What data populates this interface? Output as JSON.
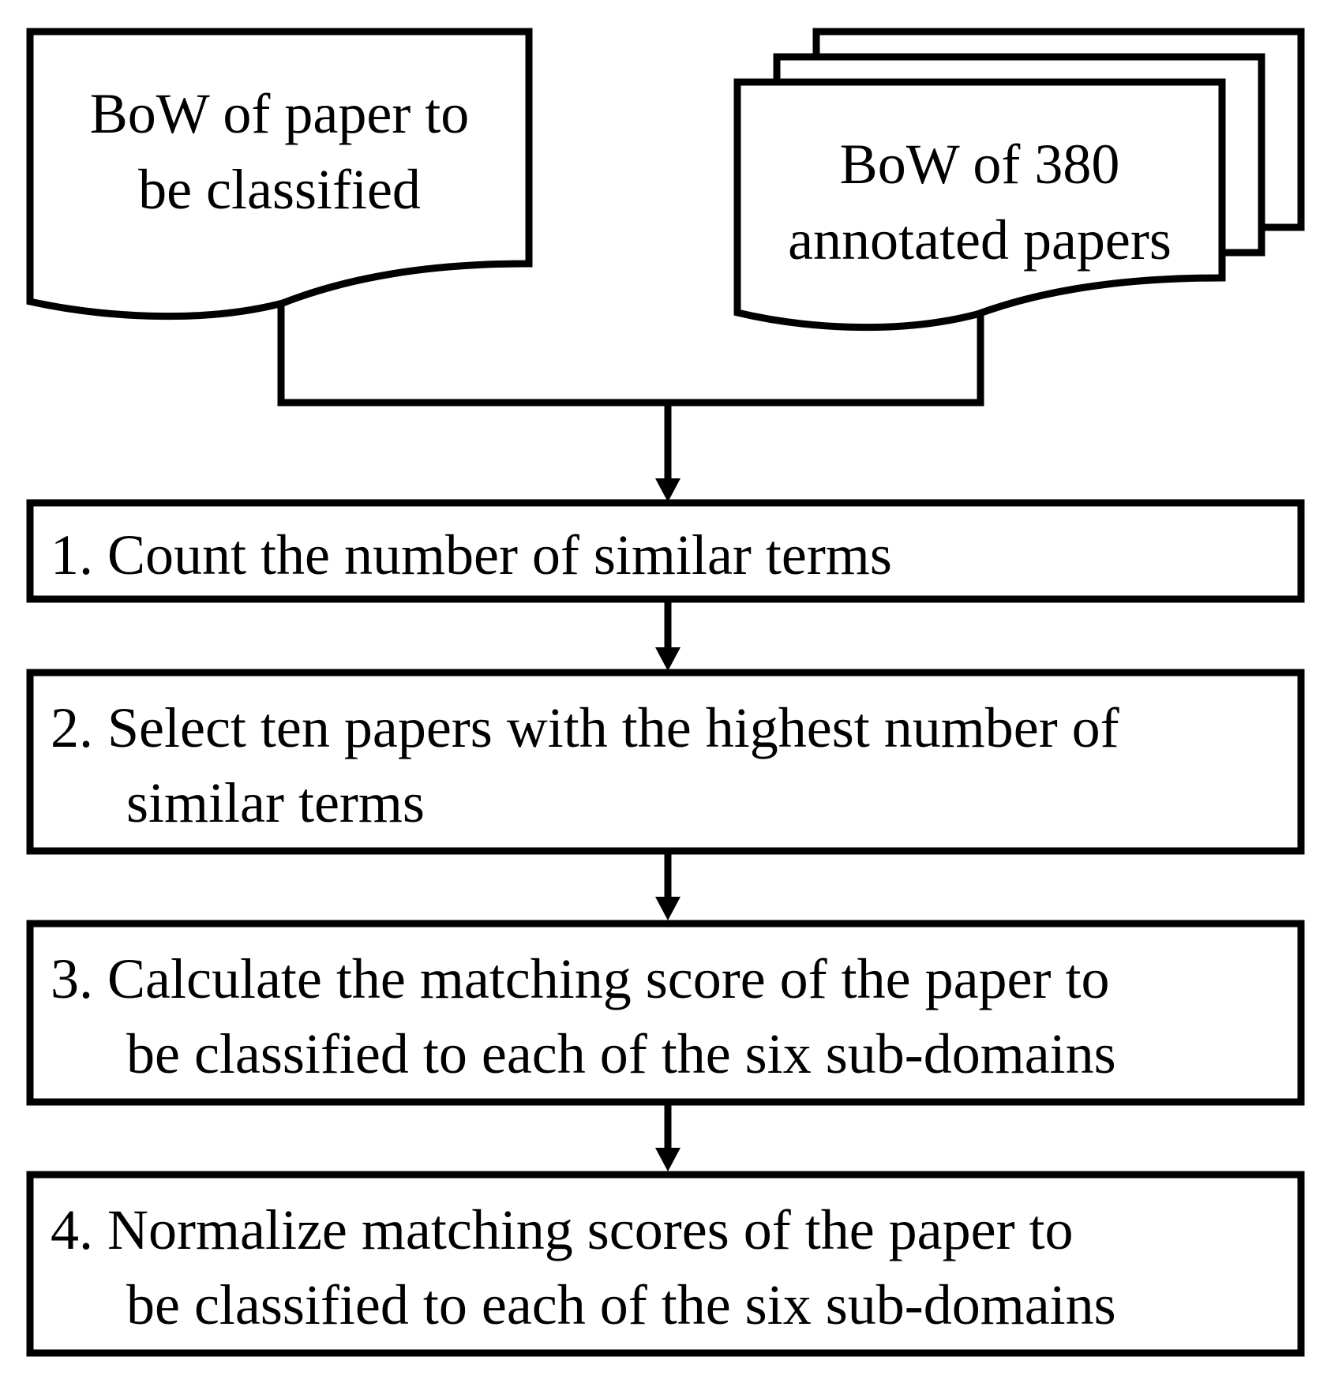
{
  "documents": {
    "input_paper": {
      "lines": [
        "BoW of paper to",
        "be classified"
      ]
    },
    "annotated_papers": {
      "lines": [
        "BoW of 380",
        "annotated papers"
      ]
    }
  },
  "steps": [
    {
      "lines": [
        "1. Count the number of similar terms"
      ]
    },
    {
      "lines": [
        "2. Select ten papers with the highest number of",
        "similar terms"
      ]
    },
    {
      "lines": [
        "3. Calculate the matching score of the paper to",
        "be classified to each of the six sub-domains"
      ]
    },
    {
      "lines": [
        "4. Normalize matching scores of the paper to",
        "be classified to each of the six sub-domains"
      ]
    }
  ]
}
